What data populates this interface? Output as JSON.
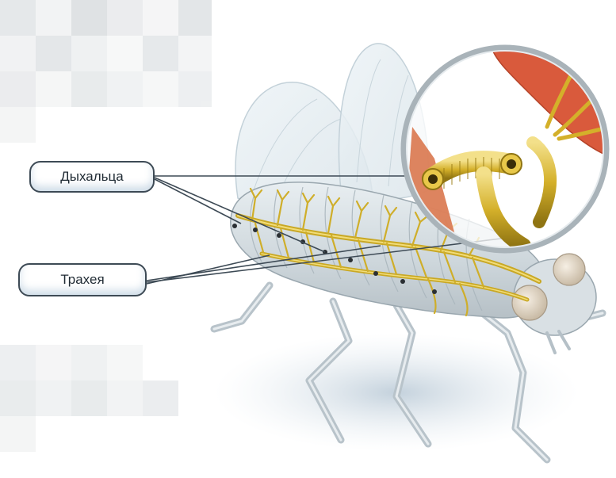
{
  "labels": {
    "spiracles": "Дыхальца",
    "trachea": "Трахея"
  },
  "icons": {
    "insect": "insect-body-illustration",
    "magnifier": "magnifier-circle-icon",
    "spiracle": "spiracle-dot-icon",
    "trachea": "trachea-tube-icon"
  },
  "colors": {
    "body": "#cfd8dd",
    "wing": "#dfe9ef",
    "trachea": "#d6b62a",
    "trachea_light": "#efd96b",
    "muscle": "#d95a3c",
    "outline": "#3d4a55",
    "legs": "#c7d0d6"
  }
}
